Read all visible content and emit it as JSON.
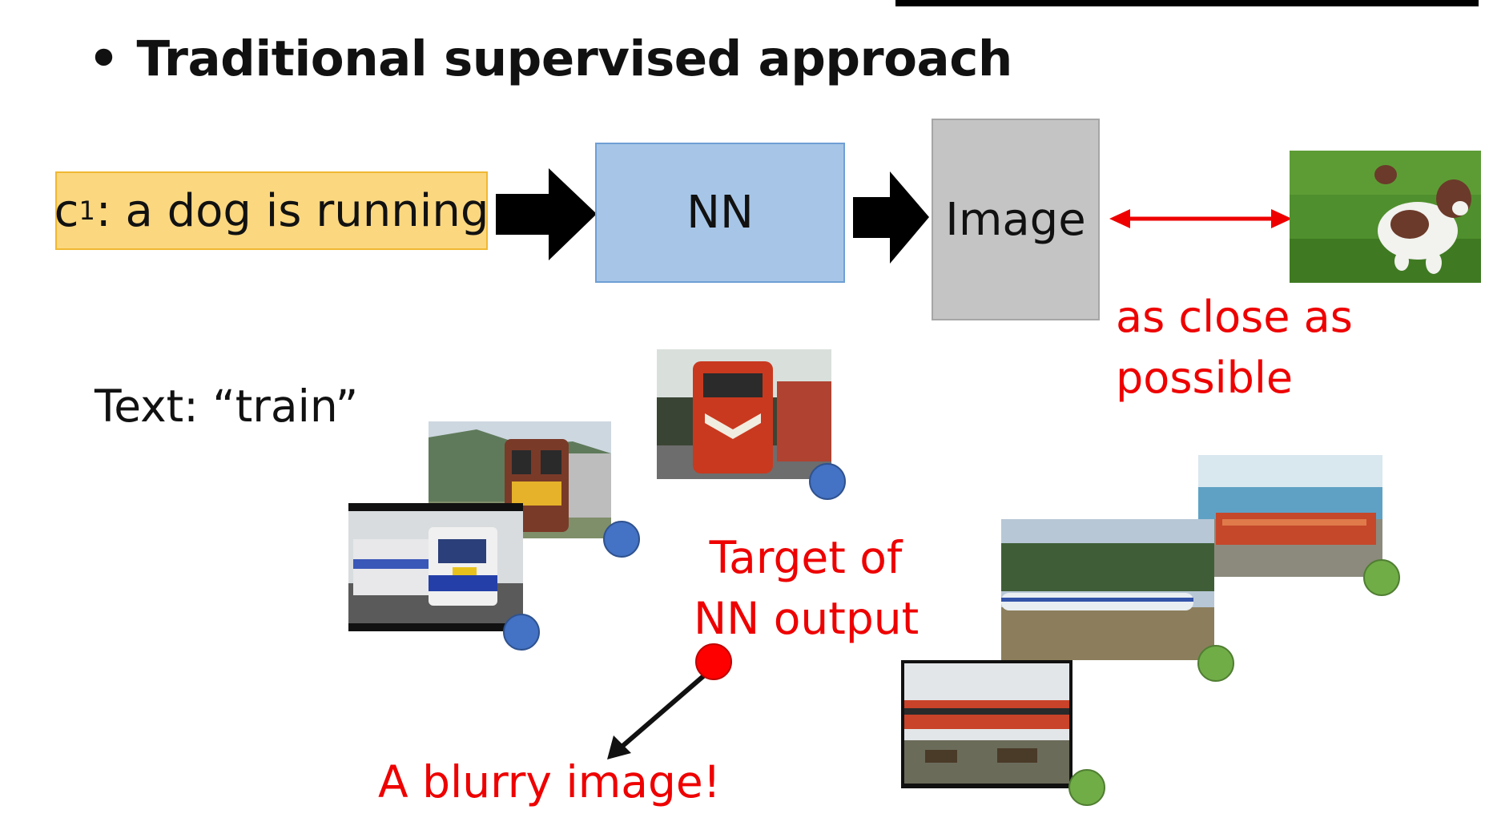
{
  "slide": {
    "bullet": "•",
    "heading": "Traditional supervised approach"
  },
  "pipeline": {
    "caption_prefix": "c",
    "caption_superscript": "1",
    "caption_text": ": a dog is running",
    "model_label": "NN",
    "output_label": "Image",
    "comparison_line1": "as close as",
    "comparison_line2": "possible",
    "target_photo": "dog-photo"
  },
  "train_example": {
    "text_label": "Text: “train”",
    "target_line1": "Target of",
    "target_line2": "NN output",
    "blurry_label": "A blurry image!"
  },
  "colors": {
    "caption_fill": "#fbd77f",
    "nn_fill": "#a7c6e7",
    "image_fill": "#c4c4c4",
    "arrow_red": "#ee0000",
    "cluster_blue": "#4472c4",
    "cluster_green": "#70ad47",
    "target_red": "#ff0000"
  },
  "icons": {
    "block_arrow": "right-block-arrow-icon",
    "double_arrow": "double-headed-arrow-icon",
    "pointer_arrow": "diagonal-arrow-icon"
  }
}
